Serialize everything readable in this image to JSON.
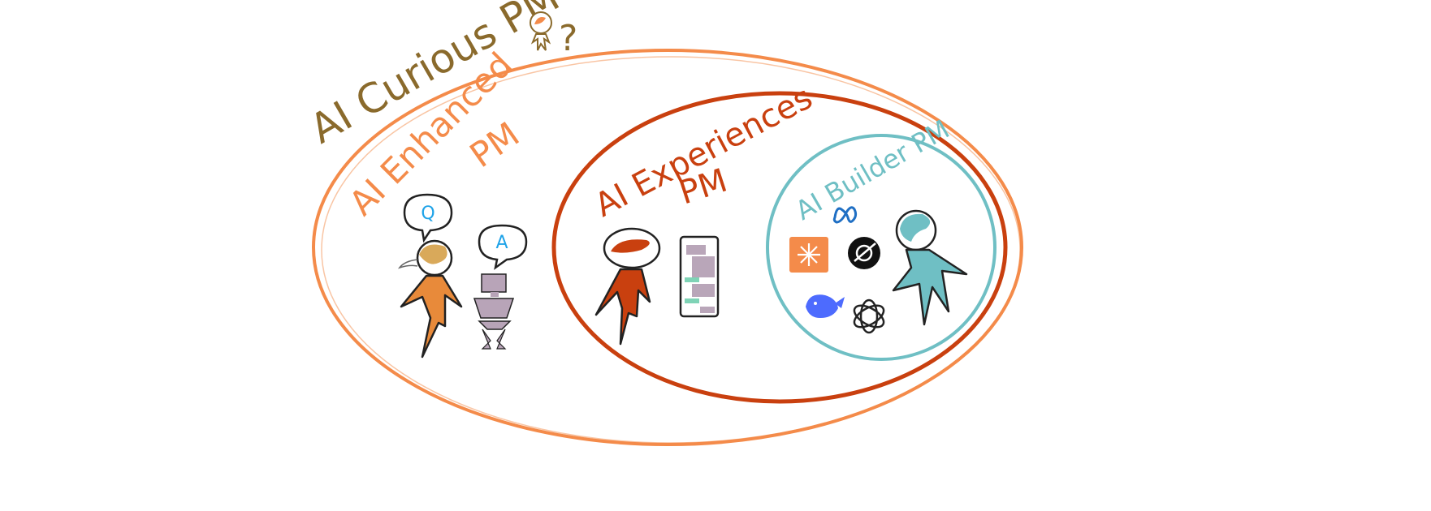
{
  "labels": {
    "curious": "AI Curious PM",
    "curious_mark": "?",
    "enhanced_line1": "AI Enhanced",
    "enhanced_line2": "PM",
    "experiences_line1": "AI Experiences",
    "experiences_line2": "PM",
    "builder": "AI Builder PM"
  },
  "bubbles": {
    "question": "Q",
    "answer": "A"
  },
  "colors": {
    "curious": "#8a6a2c",
    "enhanced": "#f48b4a",
    "experiences": "#c9400f",
    "builder": "#6fbfc4",
    "bubble_text": "#1fa3e8",
    "robot": "#b8a4b8",
    "phone_block": "#b9a6b9",
    "phone_chat": "#7fd3b6",
    "enhanced_figure": "#e88a3a",
    "experiences_figure": "#c9400f",
    "builder_figure": "#6fbfc4",
    "enhanced_head": "#d9a95a"
  },
  "icons": [
    "claude-icon",
    "meta-icon",
    "grok-icon",
    "deepseek-icon",
    "openai-icon"
  ]
}
